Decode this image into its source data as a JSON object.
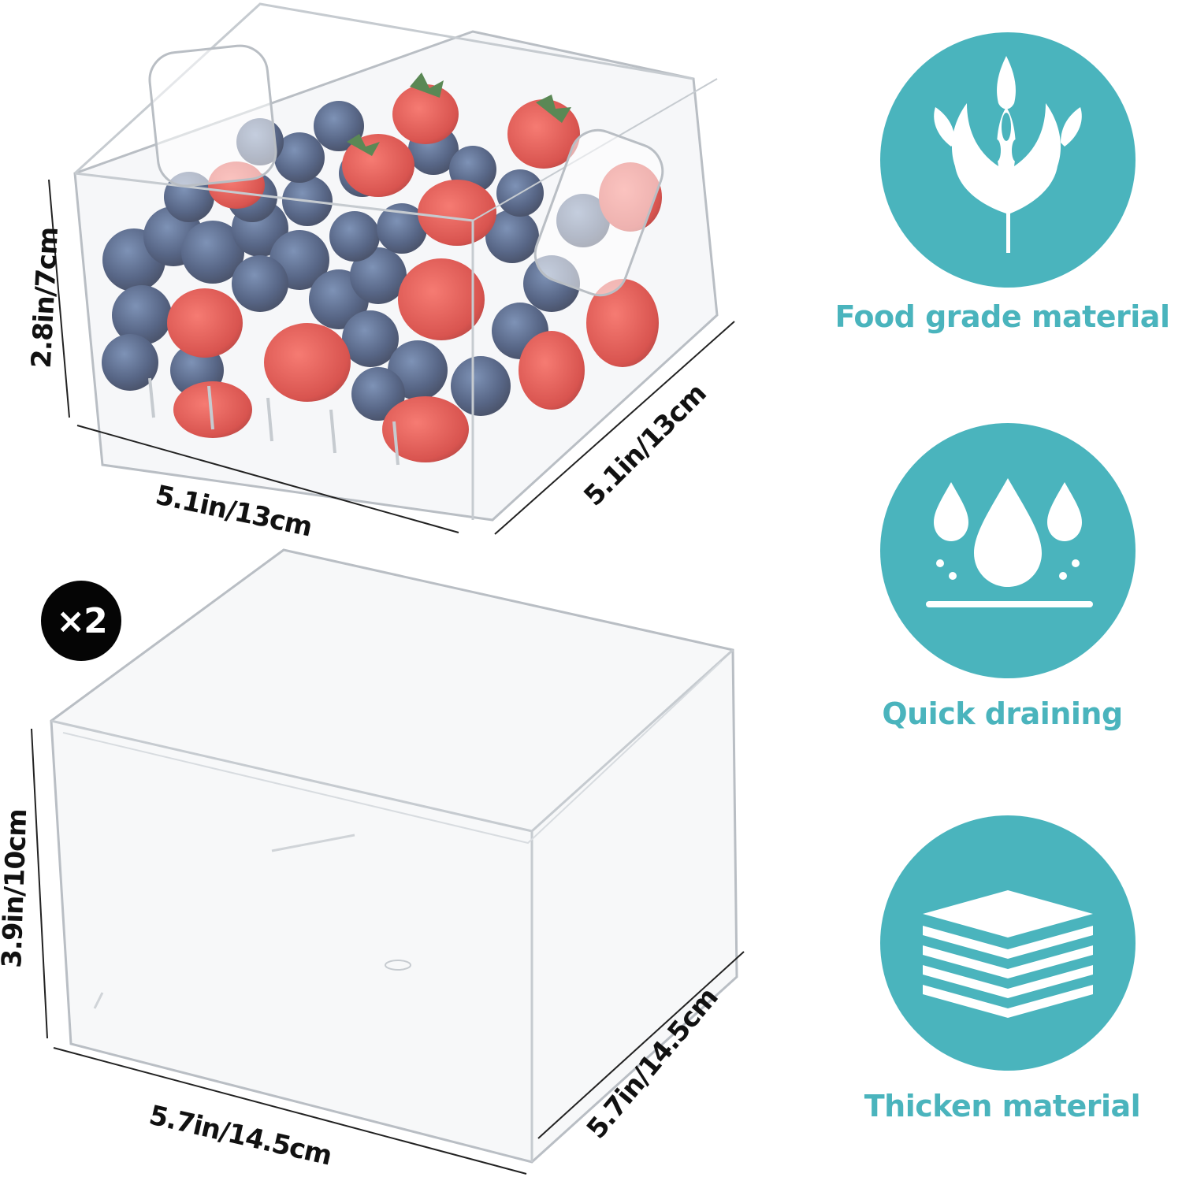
{
  "badge": {
    "text": "×2"
  },
  "bin_small": {
    "height_label": "2.8in/7cm",
    "width_label": "5.1in/13cm",
    "depth_label": "5.1in/13cm"
  },
  "bin_large": {
    "height_label": "3.9in/10cm",
    "width_label": "5.7in/14.5cm",
    "depth_label": "5.7in/14.5cm"
  },
  "features": [
    {
      "label": "Food grade material",
      "icon": "leaf-wheat-icon"
    },
    {
      "label": "Quick draining",
      "icon": "water-drops-icon"
    },
    {
      "label": "Thicken material",
      "icon": "layers-icon"
    }
  ],
  "colors": {
    "accent": "#4ab4bd",
    "badge": "#050505",
    "text": "#111111"
  }
}
